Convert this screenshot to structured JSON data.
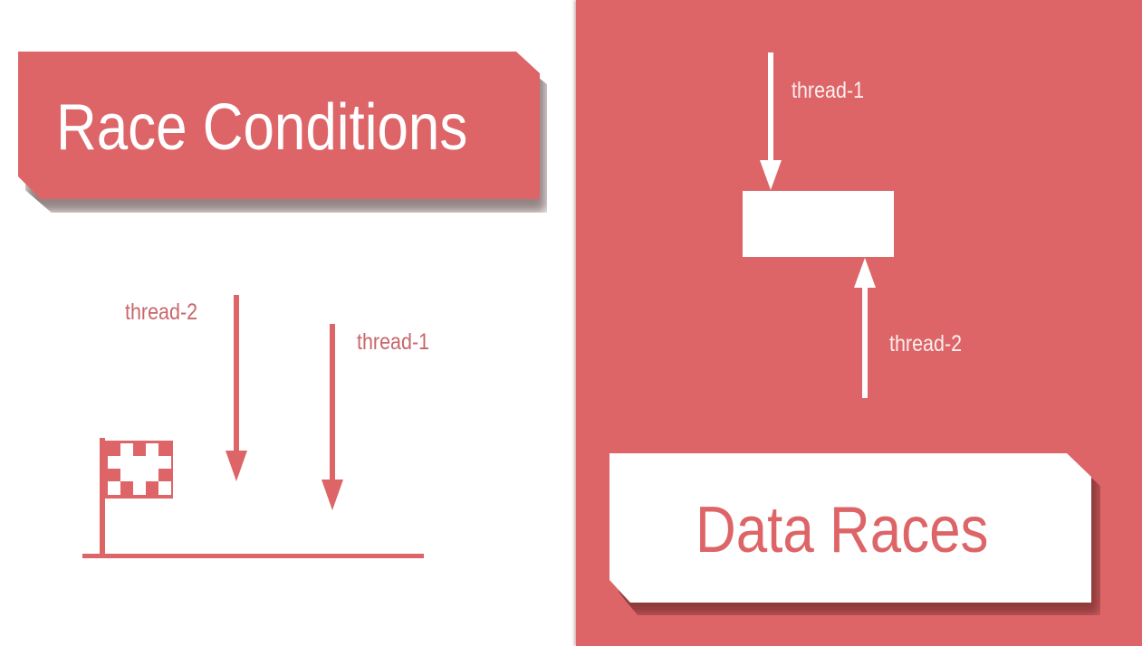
{
  "colors": {
    "accent": "#dd6568",
    "label_left": "#c9666b",
    "background": "#ffffff"
  },
  "left_section": {
    "title": "Race Conditions",
    "arrows": [
      {
        "label": "thread-2",
        "direction": "down"
      },
      {
        "label": "thread-1",
        "direction": "down"
      }
    ],
    "icon": "checkered-flag-icon"
  },
  "right_section": {
    "title": "Data Races",
    "arrows": [
      {
        "label": "thread-1",
        "direction": "down"
      },
      {
        "label": "thread-2",
        "direction": "up"
      }
    ],
    "shared_box": "shared-data-box"
  }
}
